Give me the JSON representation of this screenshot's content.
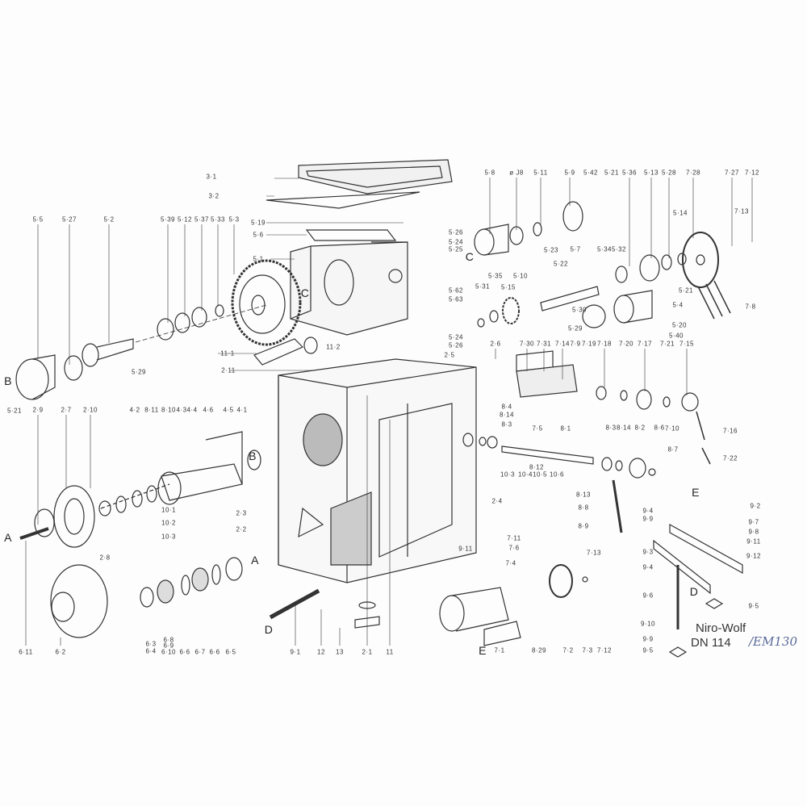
{
  "title": {
    "model": "Niro-Wolf",
    "number": "DN 114",
    "handwritten": "/EM130"
  },
  "labels": [
    "3·1",
    "3·2",
    "5·19",
    "5·6",
    "5·1",
    "C",
    "5·26",
    "5·24",
    "5·25",
    "5·62",
    "5·63",
    "5·24",
    "5·26",
    "2·5",
    "11·1",
    "11·2",
    "2·11",
    "5·5",
    "5·27",
    "5·2",
    "5·39",
    "5·12",
    "5·37",
    "5·33",
    "5·3",
    "5·29",
    "B",
    "5·21",
    "5·8",
    "ø J8",
    "5·11",
    "5·9",
    "5·42",
    "5·21",
    "5·36",
    "5·13",
    "5·28",
    "7·28",
    "7·27",
    "7·12",
    "7·13",
    "5·14",
    "5·23",
    "5·22",
    "5·7",
    "5·34",
    "5·32",
    "5·35",
    "5·10",
    "5·31",
    "5·15",
    "5·30",
    "5·29",
    "5·21",
    "5·4",
    "7·8",
    "5·20",
    "5·40",
    "C",
    "2·6",
    "7·30",
    "7·31",
    "7·14",
    "7·9",
    "7·19",
    "7·18",
    "7·20",
    "7·17",
    "7·21",
    "7·15",
    "8·4",
    "8·14",
    "8·3",
    "7·5",
    "8·1",
    "8·3",
    "8·14",
    "8·2",
    "8·6",
    "7·10",
    "8·7",
    "7·16",
    "7·22",
    "8·12",
    "10·3",
    "10·4",
    "10·5",
    "10·6",
    "8·13",
    "2·4",
    "8·8",
    "8·9",
    "7·11",
    "9·11",
    "7·6",
    "7·4",
    "7·13",
    "7·1",
    "E",
    "8·29",
    "7·2",
    "7·3",
    "7·12",
    "E",
    "9·2",
    "9·4",
    "9·9",
    "9·7",
    "9·8",
    "9·11",
    "9·12",
    "9·3",
    "9·4",
    "D",
    "9·6",
    "9·5",
    "9·10",
    "9·9",
    "9·5",
    "2·9",
    "2·7",
    "2·10",
    "4·2",
    "8·11",
    "8·10",
    "4·3",
    "4·4",
    "4·6",
    "4·5",
    "4·1",
    "B",
    "A",
    "2·8",
    "10·1",
    "10·2",
    "10·3",
    "2·3",
    "2·2",
    "A",
    "D",
    "6·11",
    "6·2",
    "6·3",
    "6·4",
    "6·8",
    "6·9",
    "6·10",
    "6·6",
    "6·7",
    "6·6",
    "6·5",
    "9·1",
    "12",
    "13",
    "2·1",
    "11"
  ]
}
